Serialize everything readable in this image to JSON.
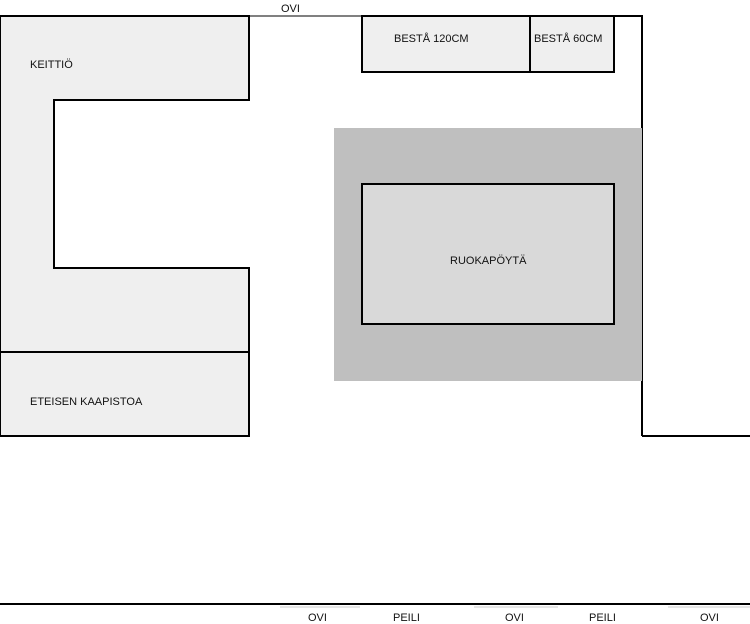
{
  "labels": {
    "kitchen": "KEITTIÖ",
    "hall_cabinets": "ETEISEN KAAPISTOA",
    "besta_120": "BESTÅ 120CM",
    "besta_60": "BESTÅ 60CM",
    "dining_table": "RUOKAPÖYTÄ",
    "door_top": "OVI",
    "bottom_items": [
      "OVI",
      "PEILI",
      "OVI",
      "PEILI",
      "OVI"
    ]
  },
  "colors": {
    "cabinet_fill": "#efefef",
    "rug_fill": "#bfbfbf",
    "table_fill": "#d9d9d9",
    "wall_stroke": "#000000",
    "background": "#ffffff"
  }
}
